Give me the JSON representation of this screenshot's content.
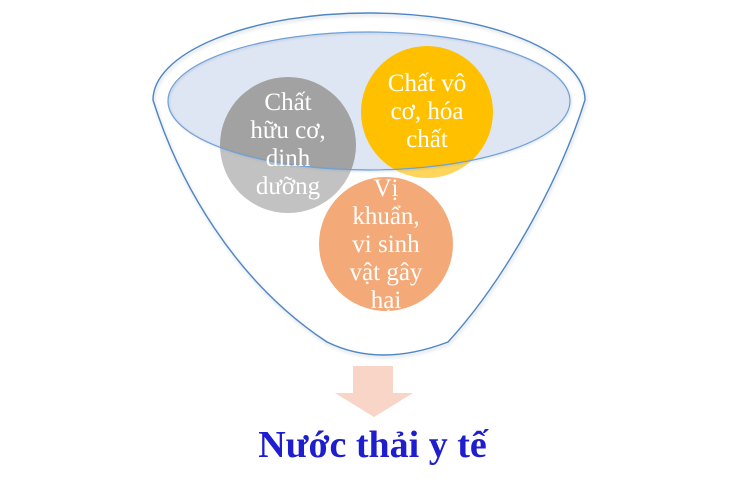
{
  "funnel": {
    "outline_color": "#4e86c4",
    "liquid_color": "#dee6f4",
    "liquid_edge_color": "#6fa0d6"
  },
  "bubbles": [
    {
      "id": "organic",
      "label": "Chất\nhữu cơ,\ndinh\ndưỡng",
      "color": "#a2a2a2"
    },
    {
      "id": "inorganic",
      "label": "Chất vô\ncơ, hóa\nchất",
      "color": "#ffc000"
    },
    {
      "id": "microbes",
      "label": "Vị\nkhuẩn,\nvi sinh\nvật gây\nhại",
      "color": "#ed7d31"
    }
  ],
  "arrow": {
    "color": "#f8d5c6"
  },
  "caption": {
    "text": "Nước thải y tế",
    "color": "#1e1ece"
  }
}
